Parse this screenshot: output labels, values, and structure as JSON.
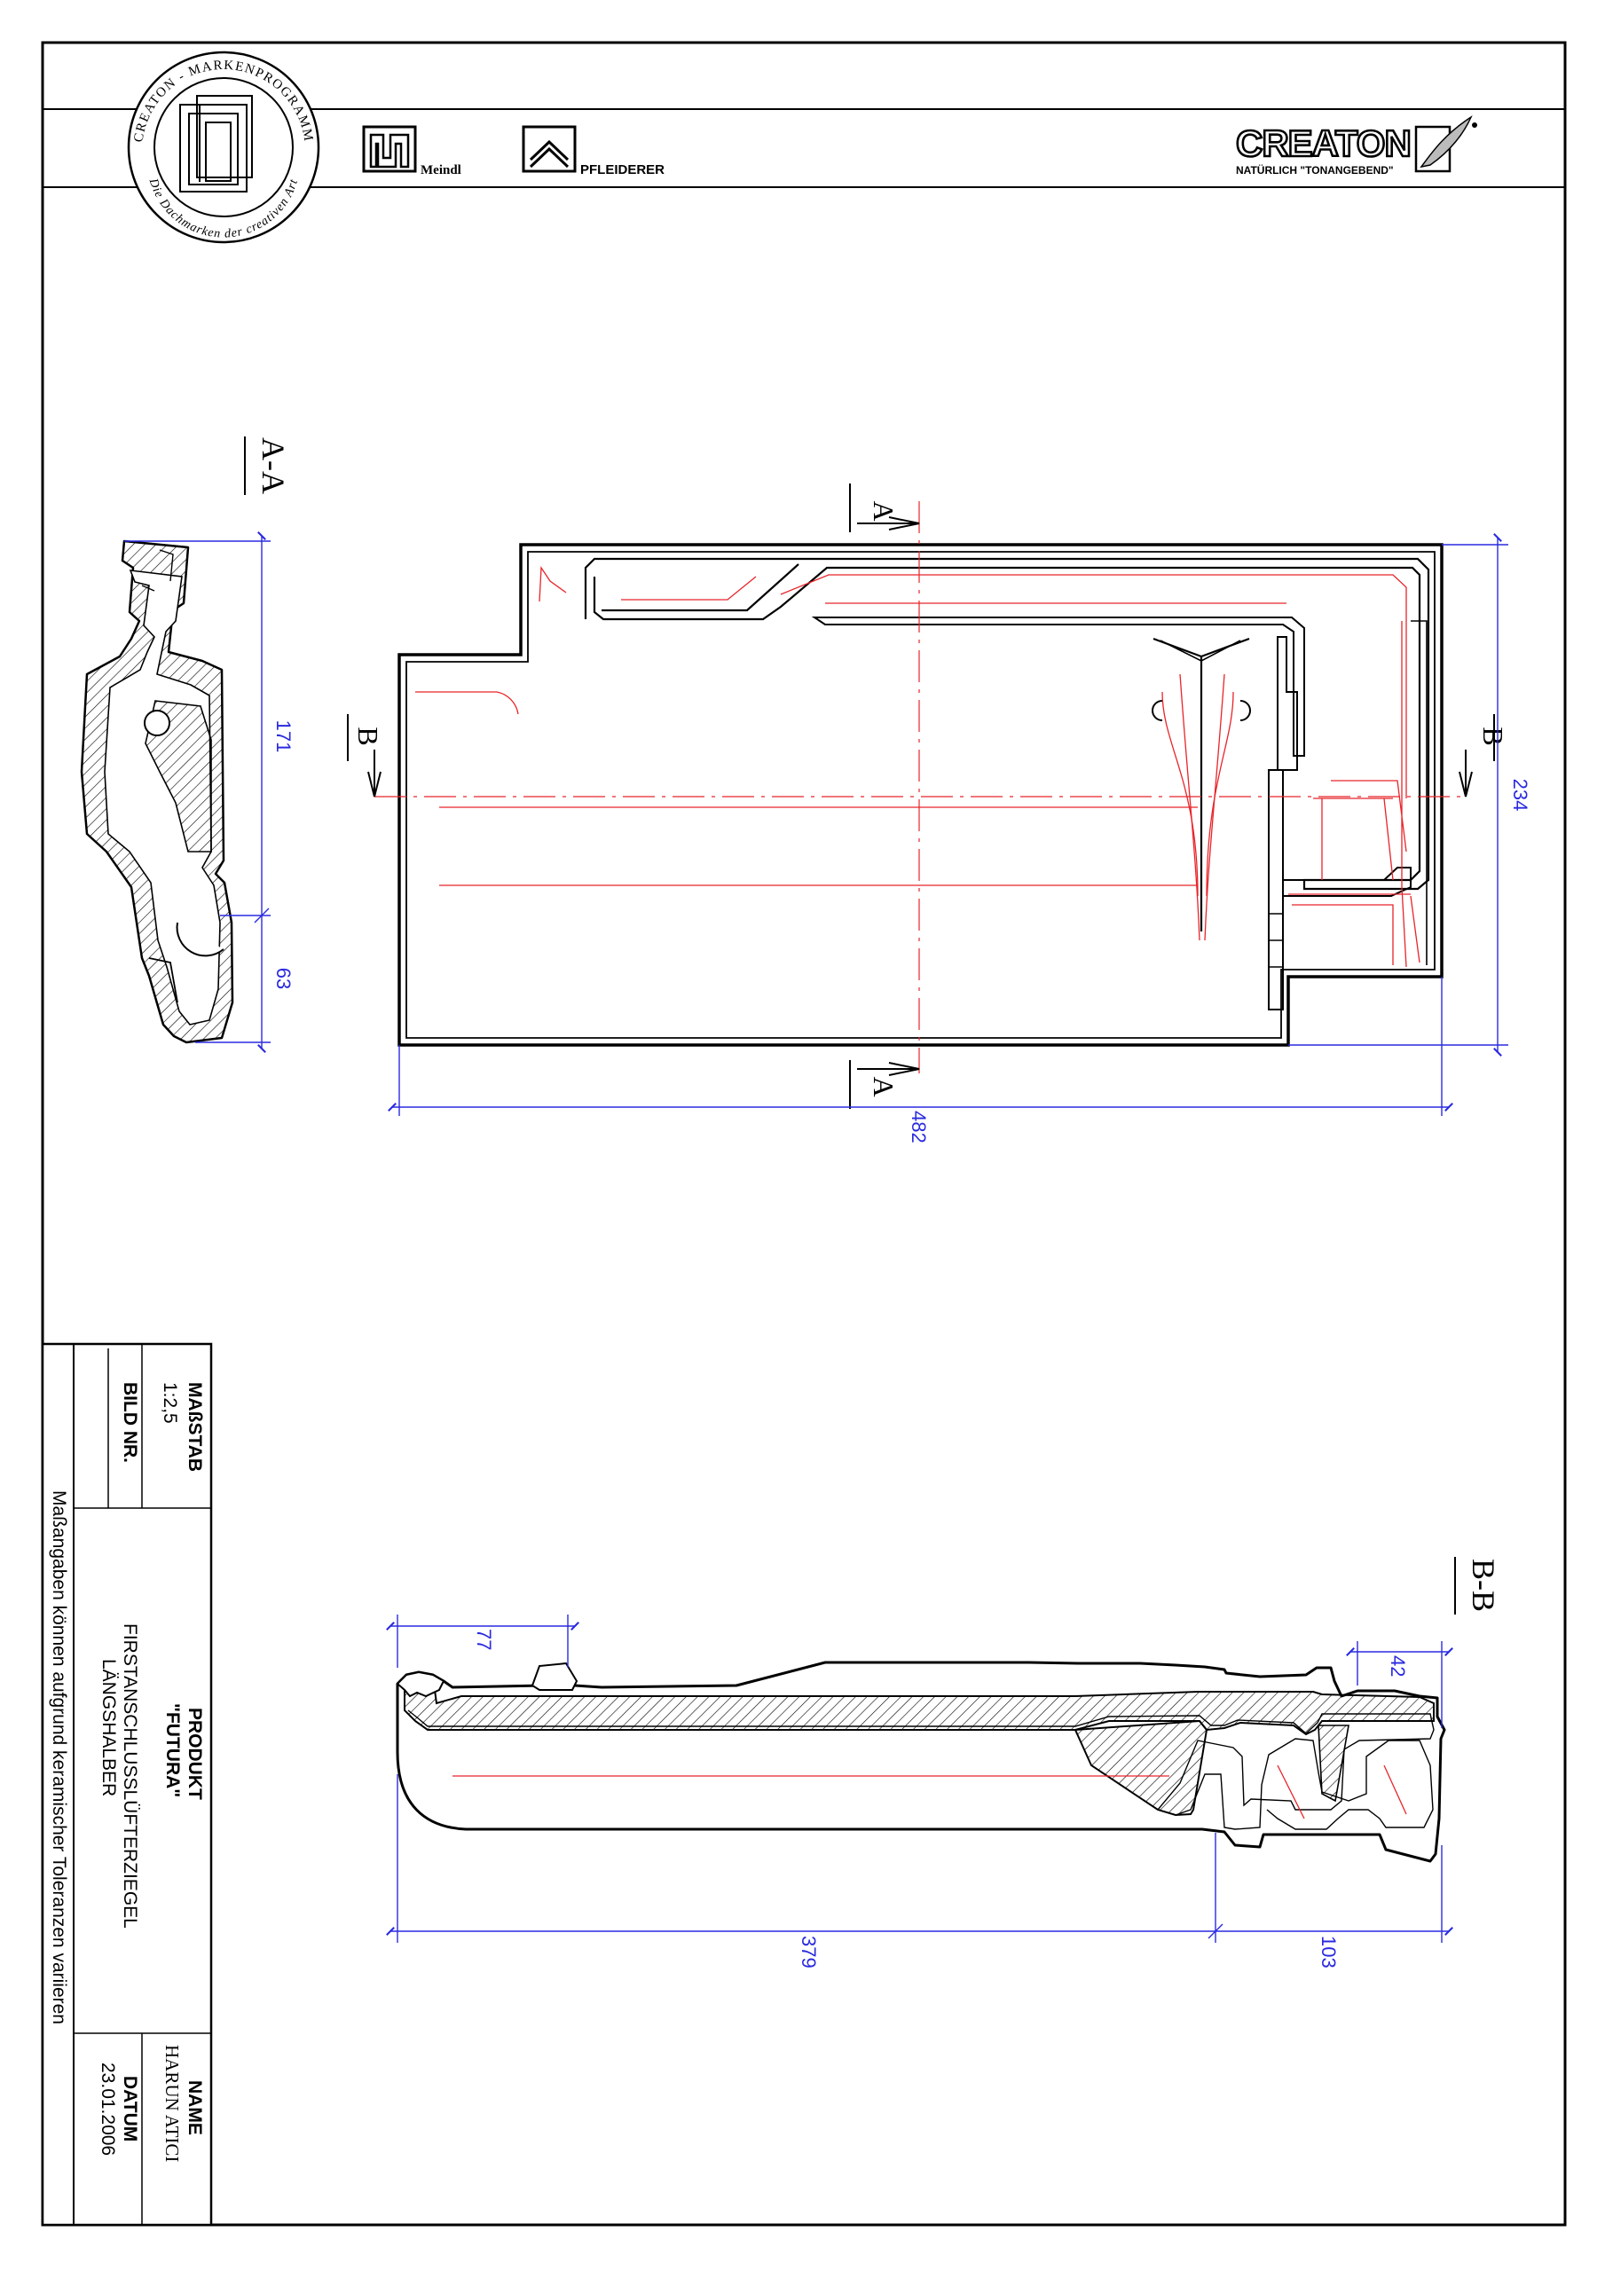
{
  "header": {
    "seal_ring_top": "CREATON - MARKENPROGRAMM",
    "seal_ring_bottom": "Die Dachmarken der creativen Art",
    "brand1": "Meindl",
    "brand2": "PFLEIDERER",
    "logo_main": "CREATON",
    "logo_tagline": "NATÜRLICH \"TONANGEBEND\""
  },
  "sections": {
    "aa": "A-A",
    "bb": "B-B",
    "cut_a": "A",
    "cut_b": "B"
  },
  "dimensions": {
    "aa_height": "171",
    "aa_lower": "63",
    "plan_width": "234",
    "plan_length": "482",
    "bb_left": "77",
    "bb_right_top": "42",
    "bb_main": "379",
    "bb_end": "103"
  },
  "title_block": {
    "scale_label": "MAßSTAB",
    "scale_value": "1:2,5",
    "image_no_label": "BILD NR.",
    "product_label": "PRODUKT",
    "product_name": "\"FUTURA\"",
    "product_desc1": "FIRSTANSCHLUSSLÜFTERZIEGEL",
    "product_desc2": "LÄNGSHALBER",
    "name_label": "NAME",
    "name_value": "HARUN  ATICI",
    "date_label": "DATUM",
    "date_value": "23.01.2006",
    "note": "Maßangaben  können  aufgrund  keramischer  Toleranzen  variieren"
  },
  "colors": {
    "dimension": "#2a2ae0",
    "hidden_lines": "#e8242a",
    "outline": "#000000"
  }
}
